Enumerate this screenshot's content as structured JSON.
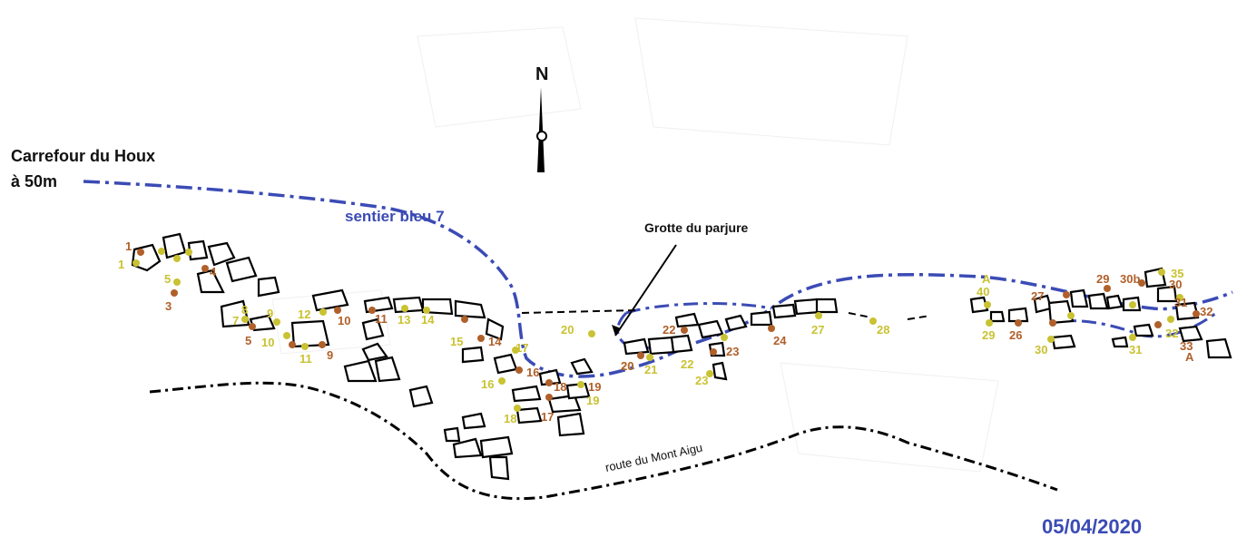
{
  "labels": {
    "start_line1": "Carrefour du Houx",
    "start_line2": "à 50m",
    "trail": "sentier bleu 7",
    "cave": "Grotte du parjure",
    "road": "route du Mont Aigu",
    "north": "N",
    "date": "05/04/2020"
  },
  "colors": {
    "trail": "#3b4bb5",
    "yellow_marker": "#c9c232",
    "brown_marker": "#b0602a",
    "date": "#3b4bb5"
  },
  "markers_yellow": [
    "1",
    "5",
    "7",
    "8",
    "9",
    "10",
    "11",
    "12",
    "13",
    "14",
    "15",
    "16",
    "17",
    "18",
    "19",
    "20",
    "20",
    "21",
    "22",
    "23",
    "27",
    "28",
    "29",
    "30",
    "31",
    "32",
    "35",
    "40",
    "A"
  ],
  "markers_brown": [
    "1",
    "3",
    "4",
    "5",
    "9",
    "10",
    "11",
    "14",
    "16",
    "17",
    "18",
    "19",
    "20",
    "22",
    "23",
    "24",
    "26",
    "27",
    "29",
    "30b",
    "30",
    "31",
    "32",
    "33",
    "A"
  ]
}
